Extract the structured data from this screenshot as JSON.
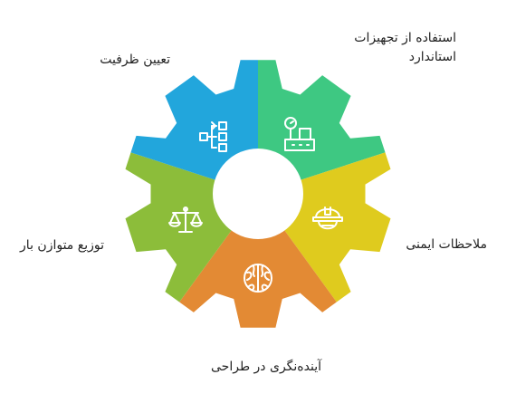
{
  "segments": [
    {
      "id": "standard-equipment",
      "label_lines": [
        "استفاده از تجهیزات",
        "استاندارد"
      ],
      "color": "#3ec882",
      "icon": "factory-icon"
    },
    {
      "id": "safety",
      "label_lines": [
        "ملاحظات ایمنی"
      ],
      "color": "#dfcb1e",
      "icon": "hard-hat-icon"
    },
    {
      "id": "future-proof-design",
      "label_lines": [
        "آینده‌نگری در طراحی"
      ],
      "color": "#e38a34",
      "icon": "brain-icon"
    },
    {
      "id": "load-balancing",
      "label_lines": [
        "توزیع متوازن بار"
      ],
      "color": "#8cbd3a",
      "icon": "balance-scale-icon"
    },
    {
      "id": "capacity",
      "label_lines": [
        "تعیین ظرفیت"
      ],
      "color": "#22a6dc",
      "icon": "hierarchy-icon"
    }
  ]
}
